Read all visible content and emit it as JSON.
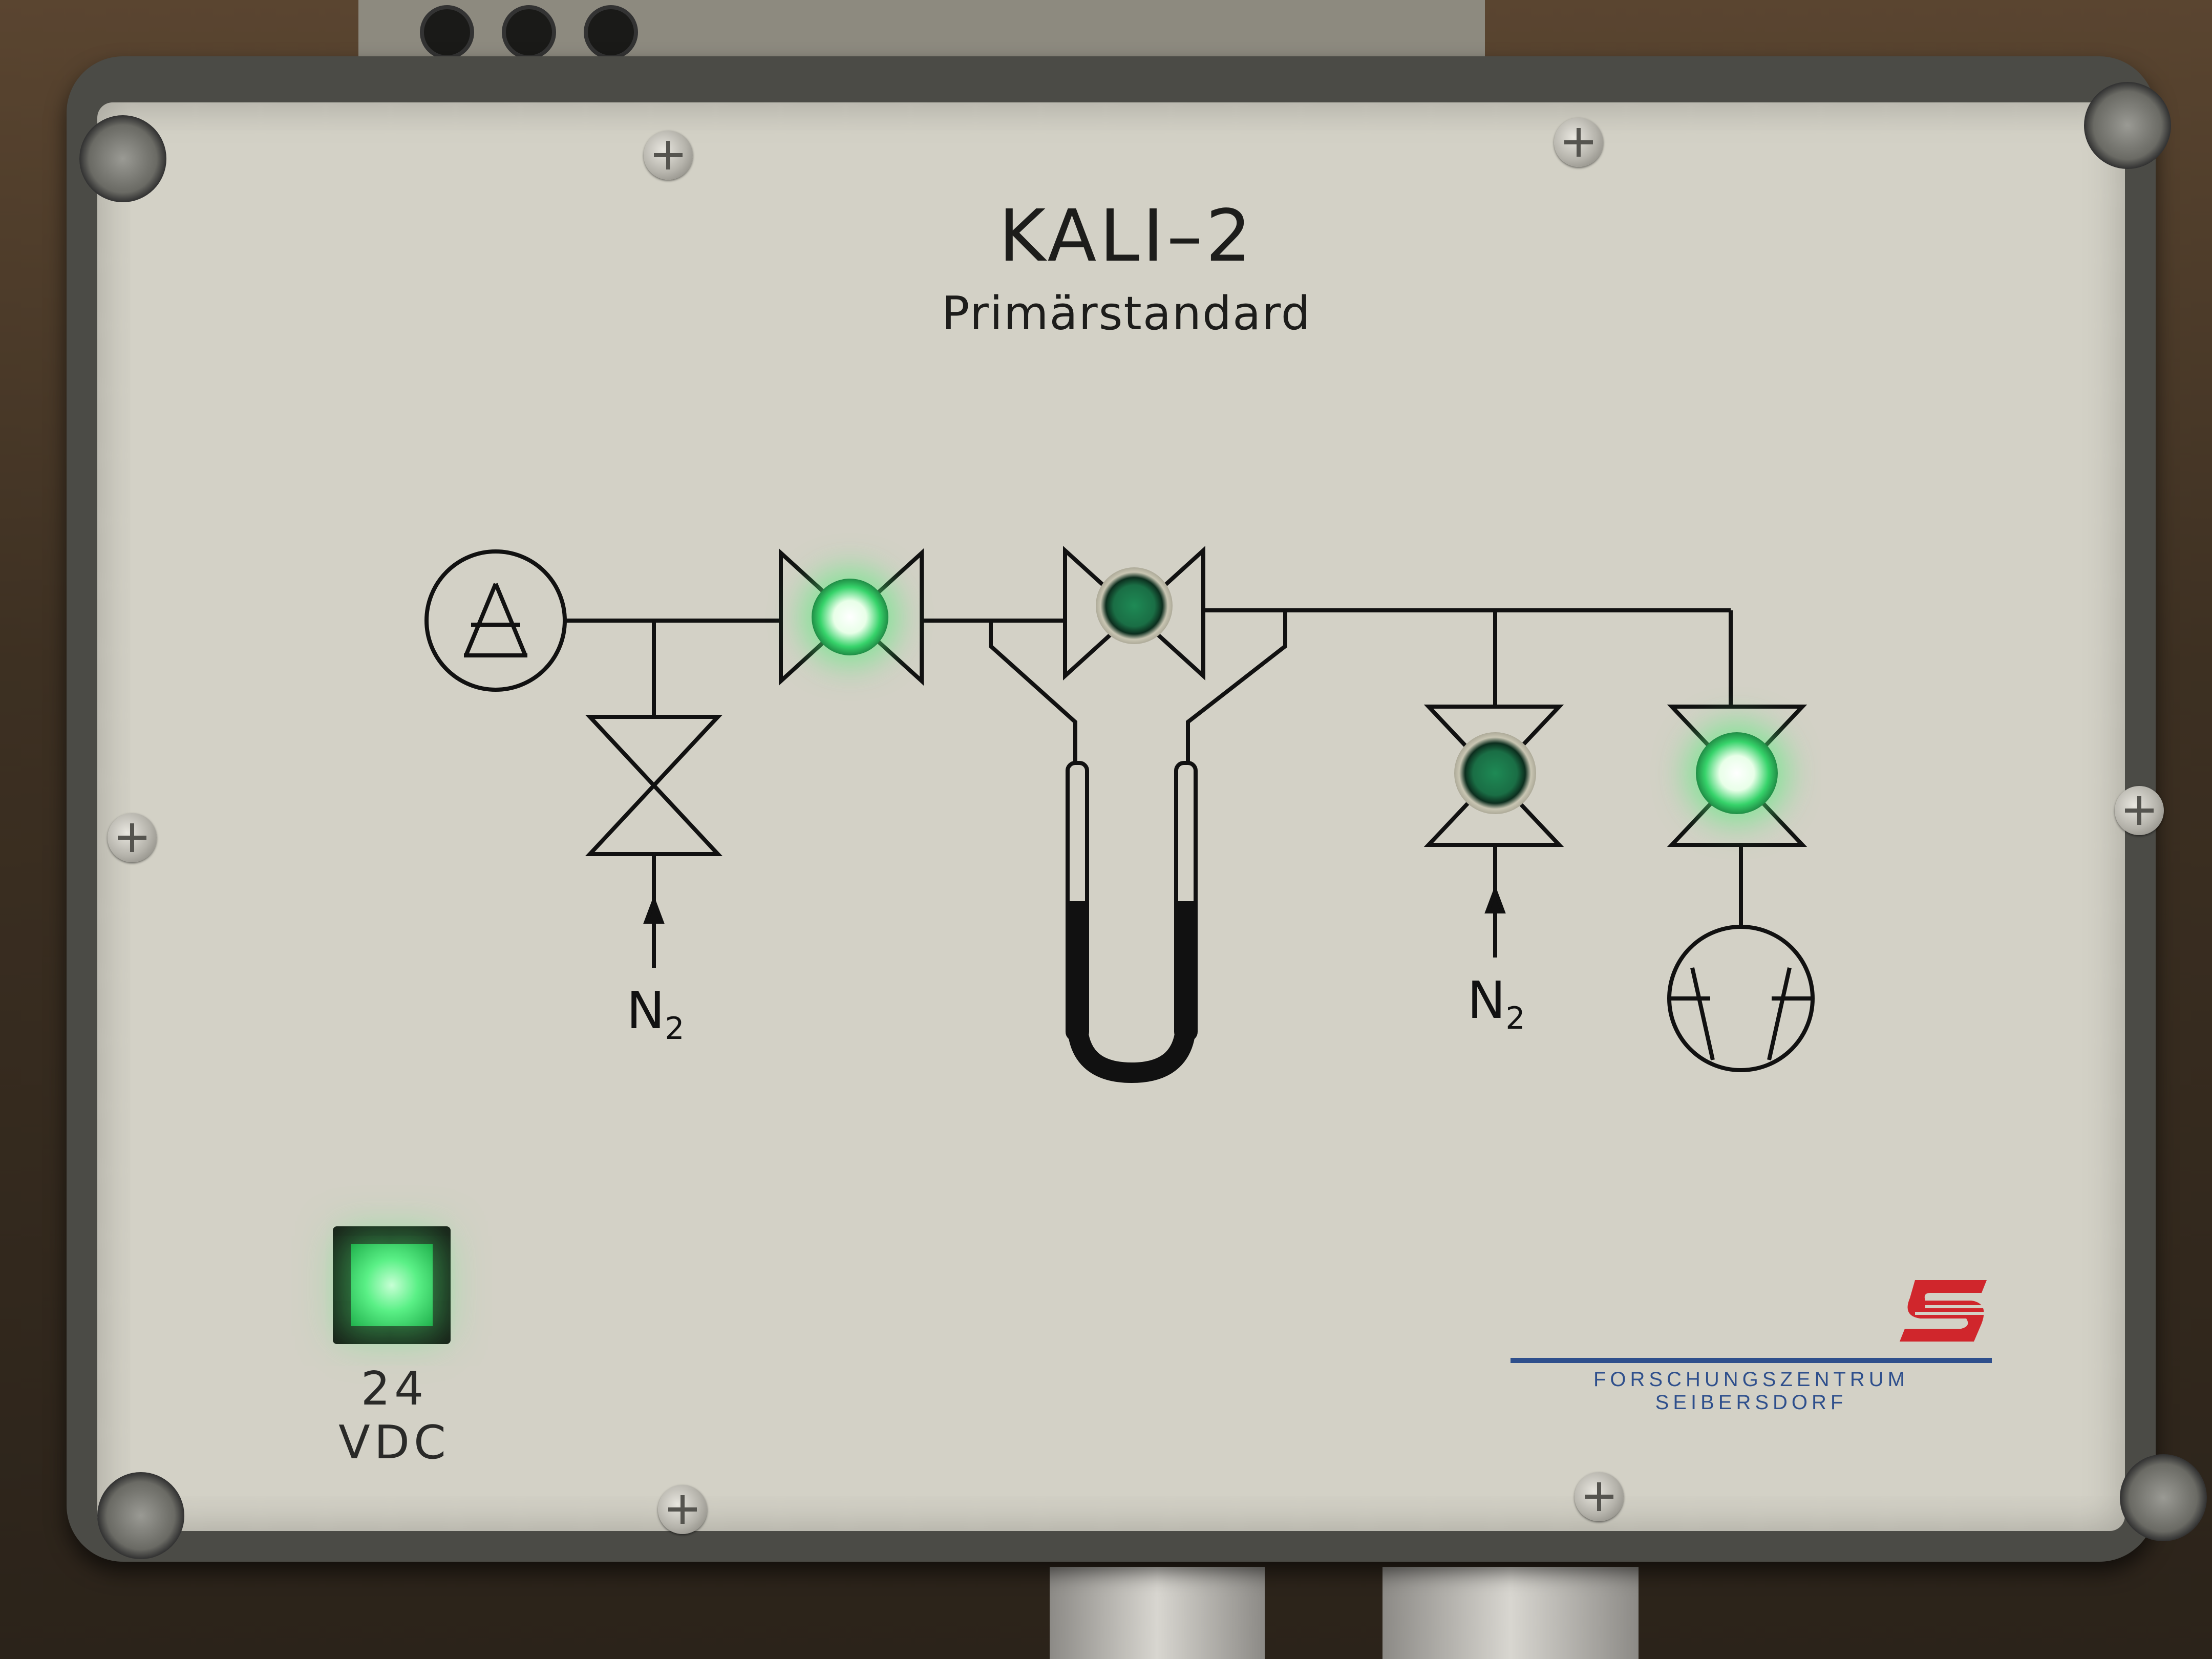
{
  "panel": {
    "title": "KALI–2",
    "subtitle": "Primärstandard"
  },
  "labels": {
    "n2_left": "N",
    "n2_left_sub": "2",
    "n2_right": "N",
    "n2_right_sub": "2",
    "power": "24 VDC"
  },
  "brand": {
    "name": "FORSCHUNGSZENTRUM SEIBERSDORF",
    "logo_color": "#d0262c",
    "text_color": "#2e4f8c"
  },
  "indicators": [
    {
      "name": "valve-1-indicator",
      "state": "on"
    },
    {
      "name": "valve-2-indicator",
      "state": "off"
    },
    {
      "name": "valve-3-indicator",
      "state": "off"
    },
    {
      "name": "valve-4-indicator",
      "state": "on"
    },
    {
      "name": "power-indicator",
      "state": "on"
    }
  ],
  "colors": {
    "led_on": "#36d36a",
    "led_off": "#1a6e45",
    "faceplate": "#d3d1c6",
    "enclosure": "#4b4b46"
  },
  "icons": [
    "pressure-gauge-icon",
    "valve-icon",
    "u-tube-manometer-icon",
    "vacuum-pump-icon",
    "arrow-up-icon",
    "screw-icon",
    "logo-icon"
  ]
}
